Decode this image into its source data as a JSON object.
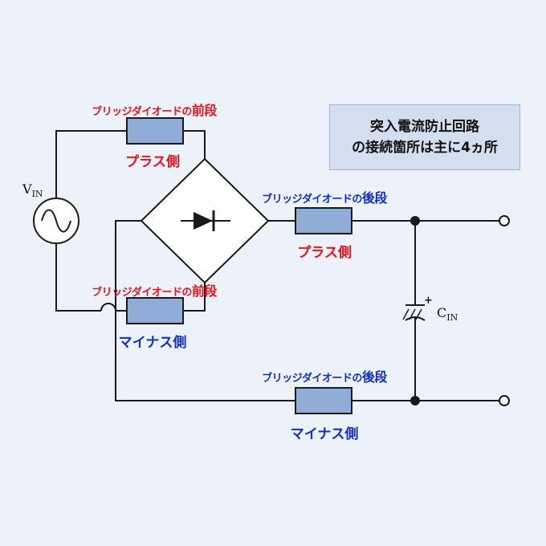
{
  "note": {
    "line1": "突入電流防止回路",
    "line2": "の接続箇所は主に4ヵ所"
  },
  "source": {
    "symbol": "V",
    "subscript": "IN"
  },
  "capacitor": {
    "symbol": "C",
    "subscript": "IN",
    "polarity": "+"
  },
  "labels": {
    "front_plus": {
      "prefix": "ブリッジダイオードの",
      "emphasis": "前段",
      "side": "プラス側"
    },
    "front_minus": {
      "prefix": "ブリッジダイオードの",
      "emphasis": "前段",
      "side": "マイナス側"
    },
    "rear_plus": {
      "prefix": "ブリッジダイオードの",
      "emphasis": "後段",
      "side": "プラス側"
    },
    "rear_minus": {
      "prefix": "ブリッジダイオードの",
      "emphasis": "後段",
      "side": "マイナス側"
    }
  },
  "colors": {
    "front": "#e8141b",
    "rear": "#1030c8",
    "resistor_fill": "#8fadd6",
    "wire": "#1a1a1a",
    "note_bg": "#d3deef"
  }
}
